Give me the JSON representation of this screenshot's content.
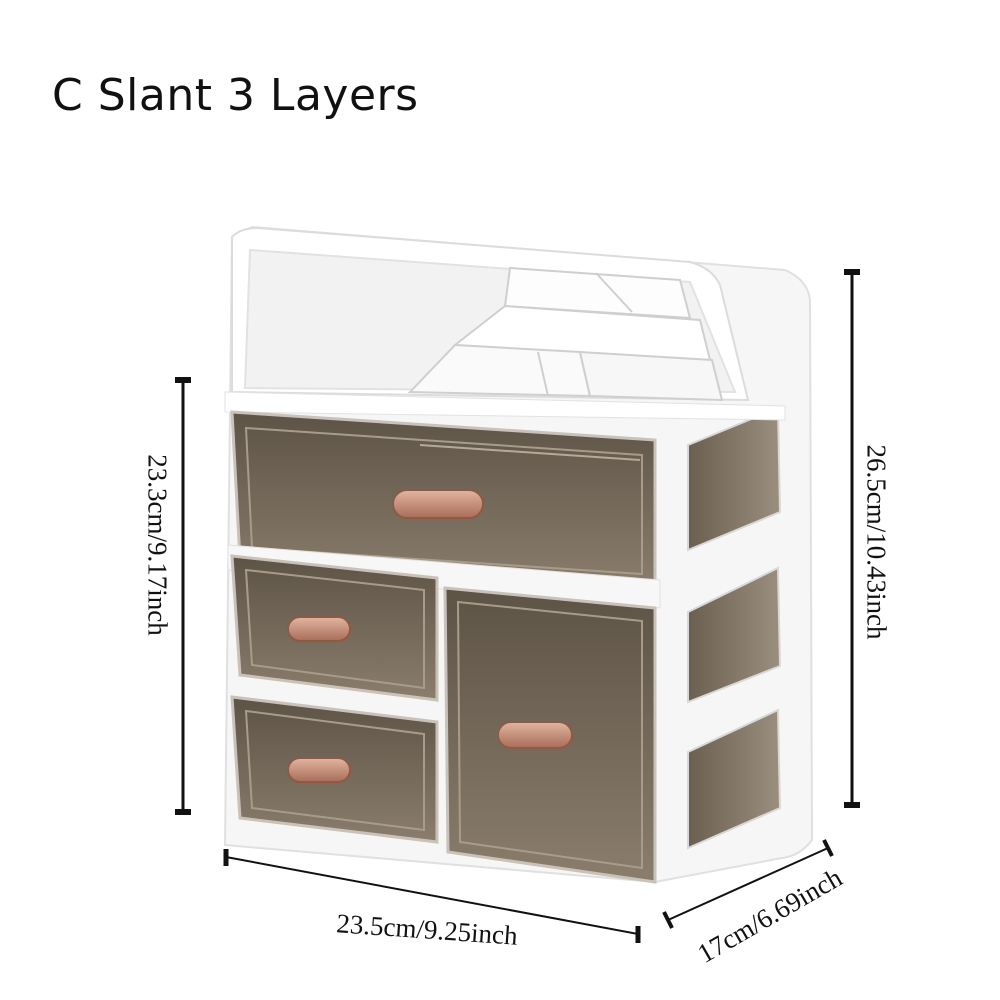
{
  "title": "C Slant 3 Layers",
  "dimensions": {
    "height_left": "23.3cm/9.17inch",
    "height_right": "26.5cm/10.43inch",
    "width": "23.5cm/9.25inch",
    "depth": "17cm/6.69inch"
  },
  "colors": {
    "frame": "#f7f7f7",
    "drawer_tint": "#6e6253",
    "handle": "#c8907a"
  }
}
